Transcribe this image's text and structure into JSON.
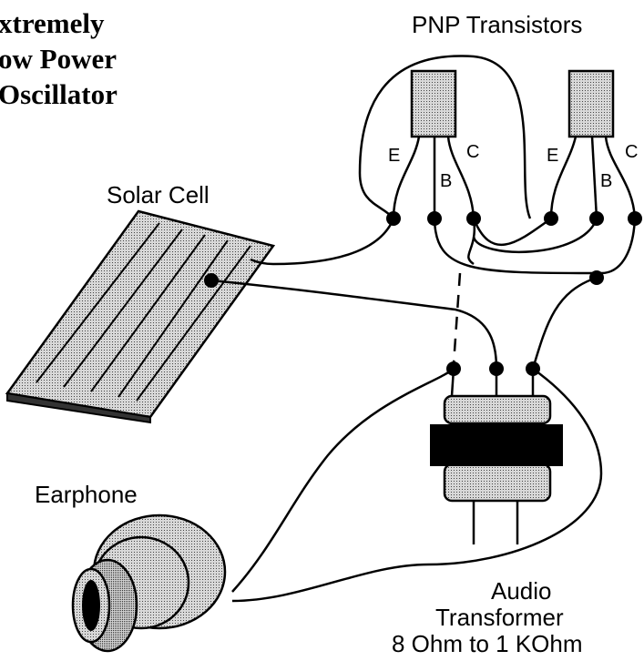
{
  "title": {
    "line1": "xtremely",
    "line2": "ow Power",
    "line3": "Oscillator"
  },
  "labels": {
    "transistors": "PNP Transistors",
    "solar_cell": "Solar Cell",
    "earphone": "Earphone",
    "transformer_line1": "Audio",
    "transformer_line2": "Transformer",
    "transformer_line3": "8 Ohm to 1 KOhm"
  },
  "pins": {
    "t1_e": "E",
    "t1_b": "B",
    "t1_c": "C",
    "t2_e": "E",
    "t2_b": "B",
    "t2_c": "C"
  },
  "colors": {
    "ink": "#000000",
    "shade": "#b9b9b9",
    "core": "#000000"
  }
}
